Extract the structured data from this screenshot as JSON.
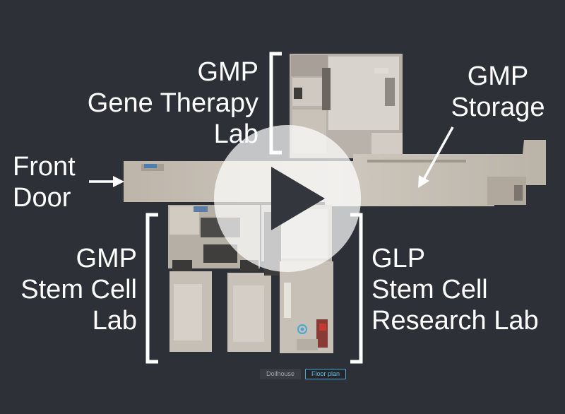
{
  "labels": {
    "gene_therapy": [
      "GMP",
      "Gene Therapy",
      "Lab"
    ],
    "storage": [
      "GMP",
      "Storage"
    ],
    "front_door": [
      "Front",
      "Door"
    ],
    "stem_cell": [
      "GMP",
      "Stem Cell",
      "Lab"
    ],
    "glp": [
      "GLP",
      "Stem Cell",
      "Research Lab"
    ]
  },
  "view_toggle": {
    "dollhouse": "Dollhouse",
    "floor_plan": "Floor plan",
    "selected": "Floor plan"
  },
  "colors": {
    "background": "#2e3038",
    "floor": "#c4bcb2",
    "label": "#ffffff",
    "accent": "#4aa8d0"
  },
  "icons": {
    "play": "play-icon",
    "location": "location-marker-icon"
  }
}
